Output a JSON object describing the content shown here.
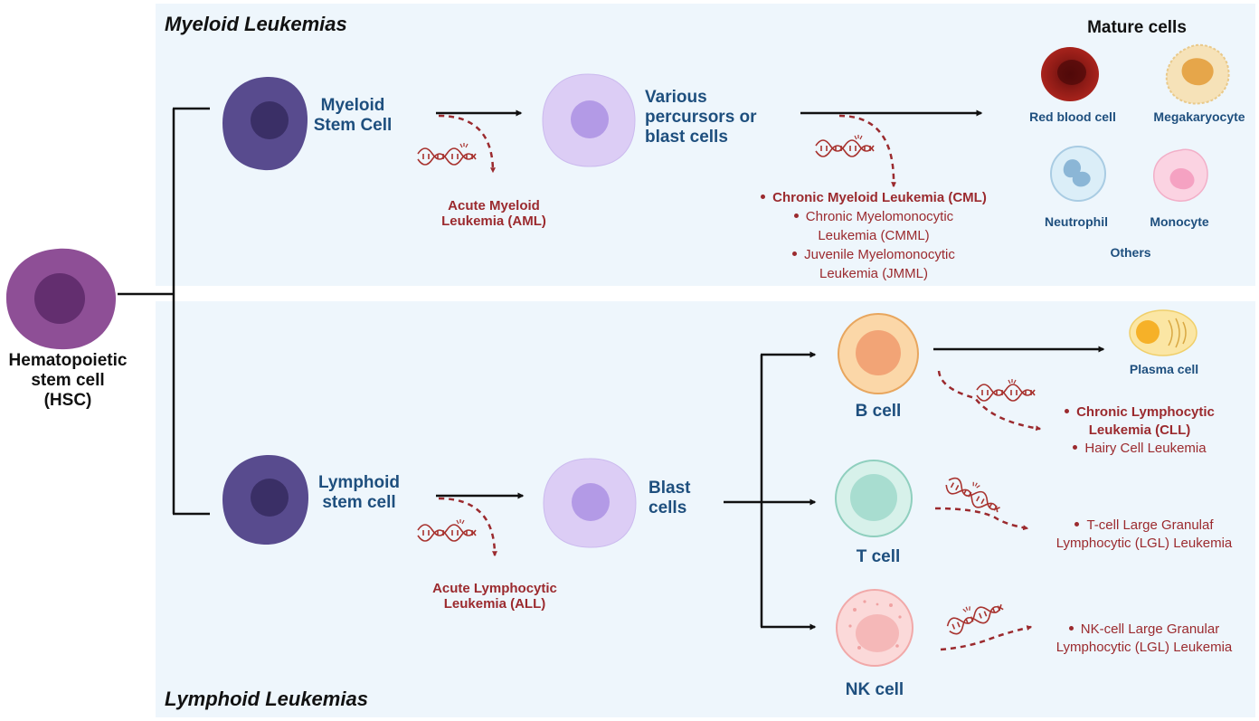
{
  "sections": {
    "myeloid_title": "Myeloid Leukemias",
    "lymphoid_title": "Lymphoid Leukemias"
  },
  "hsc": {
    "line1": "Hematopoietic",
    "line2": "stem cell",
    "line3": "(HSC)"
  },
  "myeloid": {
    "stem_cell": [
      "Myeloid",
      "Stem Cell"
    ],
    "precursors": [
      "Various",
      "percursors or",
      "blast cells"
    ],
    "aml": [
      "Acute Myeloid",
      "Leukemia (AML)"
    ],
    "cml_list": [
      {
        "text": "Chronic Myeloid Leukemia (CML)",
        "bold": true
      },
      {
        "text": "Chronic Myelomonocytic",
        "bold": false
      },
      {
        "text": "Leukemia (CMML)",
        "bold": false
      },
      {
        "text": "Juvenile Myelomonocytic",
        "bold": false
      },
      {
        "text": "Leukemia (JMML)",
        "bold": false
      }
    ],
    "mature_heading": "Mature cells",
    "mature": {
      "rbc": "Red blood cell",
      "megakaryocyte": "Megakaryocyte",
      "neutrophil": "Neutrophil",
      "monocyte": "Monocyte",
      "others": "Others"
    }
  },
  "lymphoid": {
    "stem_cell": [
      "Lymphoid",
      "stem cell"
    ],
    "blast": [
      "Blast",
      "cells"
    ],
    "all": [
      "Acute Lymphocytic",
      "Leukemia (ALL)"
    ],
    "b_cell": "B cell",
    "t_cell": "T cell",
    "nk_cell": "NK cell",
    "plasma_cell": "Plasma cell",
    "b_leuk": [
      "Chronic Lymphocytic",
      "Leukemia (CLL)",
      "Hairy Cell Leukemia"
    ],
    "t_leuk": [
      "T-cell Large Granulaf",
      "Lymphocytic (LGL) Leukemia"
    ],
    "nk_leuk": [
      "NK-cell Large Granular",
      "Lymphocytic (LGL) Leukemia"
    ]
  },
  "colors": {
    "panel": "#eef6fc",
    "label_blue": "#1e4f7e",
    "leukemia_red": "#9b2a2e",
    "stem_purple": "#584b8e",
    "hsc_purple": "#8e4f96",
    "blast_lilac": "#dccdf5"
  },
  "icons": [
    "dna-icon",
    "dashed-arrow-icon",
    "solid-arrow-icon"
  ]
}
